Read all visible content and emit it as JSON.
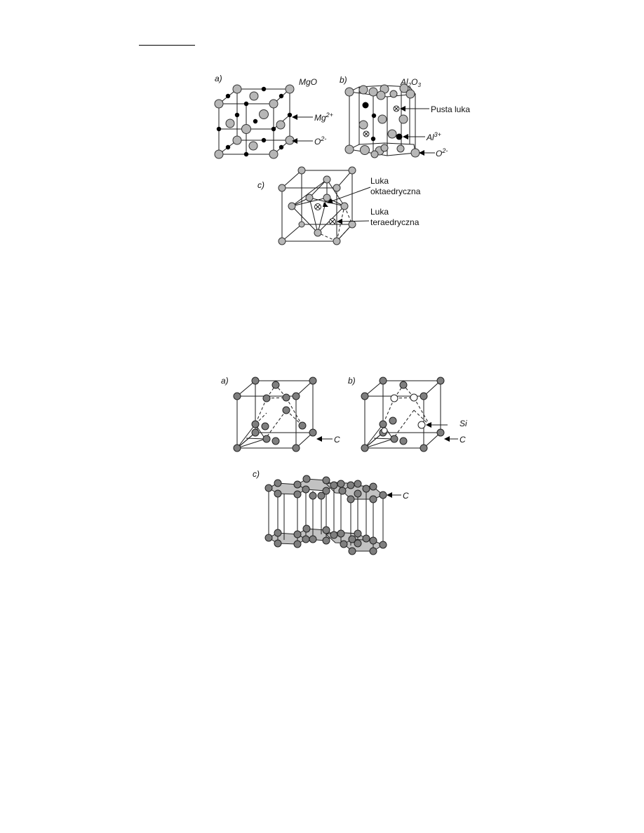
{
  "figure1": {
    "panel_a": {
      "letter": "a)",
      "title": "MgO",
      "cation_label": "Mg",
      "cation_charge": "2+",
      "anion_label": "O",
      "anion_charge": "2-"
    },
    "panel_b": {
      "letter": "b)",
      "title_main": "Al",
      "title_sub1": "2",
      "title_mid": "O",
      "title_sub2": "3",
      "vacancy_label": "Pusta luka",
      "cation_label": "Al",
      "cation_charge": "3+",
      "anion_label": "O",
      "anion_charge": "2-"
    },
    "panel_c": {
      "letter": "c)",
      "oct_line1": "Luka",
      "oct_line2": "oktaedryczna",
      "tet_line1": "Luka",
      "tet_line2": "teraedryczna"
    }
  },
  "figure2": {
    "panel_a": {
      "letter": "a)",
      "atom_label": "C"
    },
    "panel_b": {
      "letter": "b)",
      "si_label": "Si",
      "atom_label": "C"
    },
    "panel_c": {
      "letter": "c)",
      "atom_label": "C"
    }
  }
}
